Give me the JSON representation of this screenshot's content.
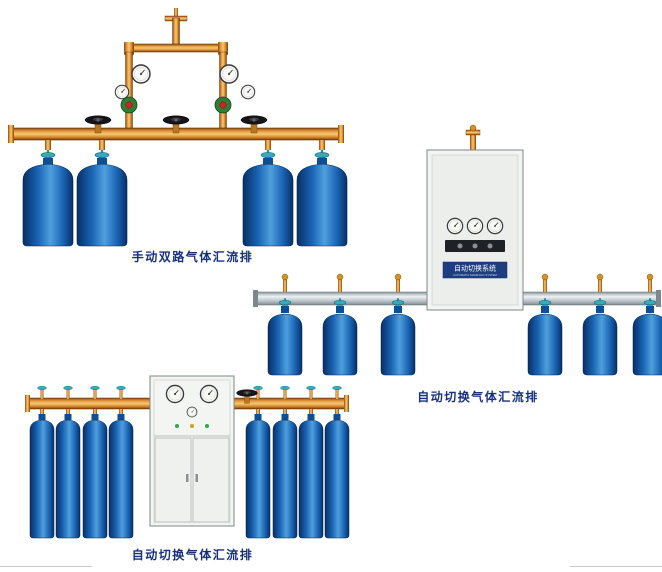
{
  "figures": {
    "manual": {
      "caption": "手动双路气体汇流排"
    },
    "auto_right": {
      "caption": "自动切换气体汇流排",
      "cabinet_label": "自动切换系统",
      "cabinet_sublabel": "AUTOMATIC MANIFOLD SYSTEM"
    },
    "auto_bottom": {
      "caption": "自动切换气体汇流排"
    }
  },
  "colors": {
    "caption_text": "#16307e",
    "brass_pipe": "#d18a2c",
    "cylinder_blue": "#1a64b4",
    "manifold_silver": "#c3ccd1",
    "handwheel_teal": "#37aabc",
    "cabinet_label_panel": "#1d3f80",
    "regulator_green": "#2f7d36",
    "regulator_knob_red": "#cc2525"
  }
}
